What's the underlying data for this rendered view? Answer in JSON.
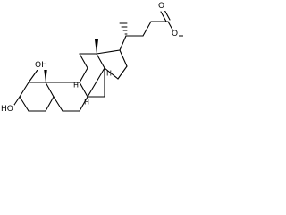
{
  "structure": {
    "atom_labels": {
      "oh_top": "OH",
      "ho_bottom": "HO",
      "o_carbonyl": "O",
      "o_ester": "O",
      "h_c8": "H",
      "h_c9": "H",
      "h_c14": "H"
    },
    "colors": {
      "bond": "#000000",
      "background": "#ffffff"
    }
  }
}
